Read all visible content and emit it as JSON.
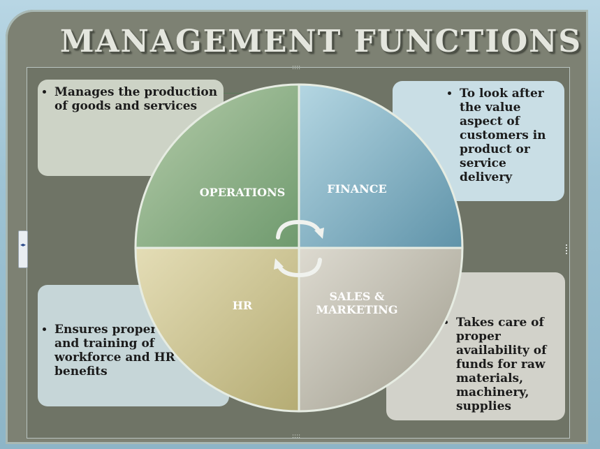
{
  "title": "MANAGEMENT FUNCTIONS",
  "quadrants": [
    {
      "key": "operations",
      "label": "OPERATIONS",
      "color": "#8fb089"
    },
    {
      "key": "finance",
      "label": "FINANCE",
      "color": "#86b8c8"
    },
    {
      "key": "hr",
      "label": "HR",
      "color": "#cfc99a"
    },
    {
      "key": "sales",
      "label_line1": "SALES &",
      "label_line2": "MARKETING",
      "color": "#c8c6b6"
    }
  ],
  "boxes": {
    "top_left": "Manages the production of goods and services",
    "top_right": "To look after the value aspect of customers in product or service delivery",
    "bottom_left": "Ensures proper selection and training of workforce and HR benefits",
    "bottom_right": "Takes care of proper availability of funds for raw materials, machinery, supplies"
  },
  "handle_mark": "::::",
  "side_tab_glyph": "◂▸"
}
